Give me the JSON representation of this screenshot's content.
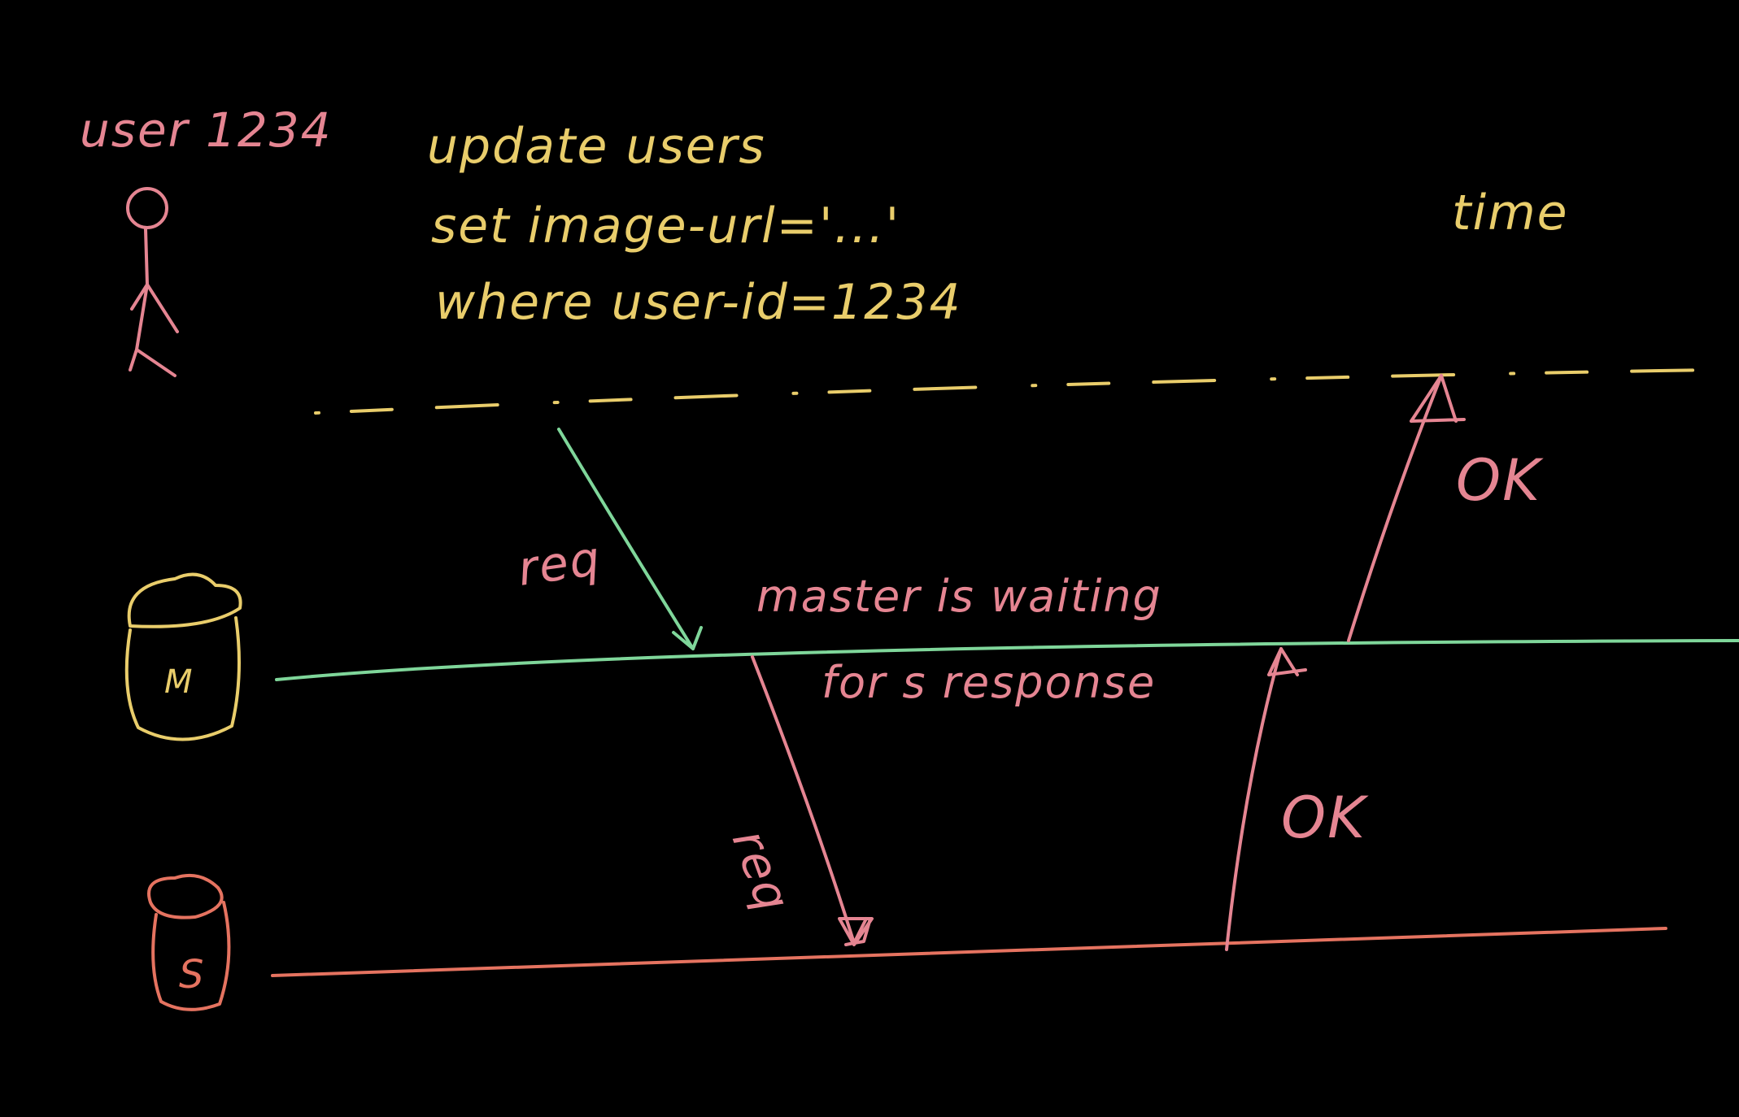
{
  "colors": {
    "background": "#000000",
    "pink": "#e58592",
    "yellow": "#e9cd6b",
    "green": "#7fd69a",
    "coral": "#e57360"
  },
  "user": {
    "label": "user 1234",
    "icon": "stick-figure-icon"
  },
  "query": {
    "line1": "update users",
    "line2": "set image-url='...'",
    "line3": "where user-id=1234"
  },
  "time_label": "time",
  "master": {
    "label": "M",
    "icon": "database-icon"
  },
  "slave": {
    "label": "S",
    "icon": "database-icon"
  },
  "arrows": {
    "user_to_master": "req",
    "master_to_slave": "req",
    "slave_to_master": "OK",
    "master_to_user": "OK"
  },
  "note": {
    "line1": "master is waiting",
    "line2": "for s response"
  }
}
